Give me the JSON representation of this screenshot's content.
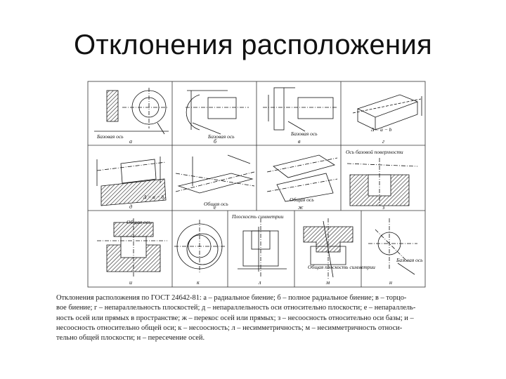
{
  "title": "Отклонения расположения",
  "figure": {
    "cells": [
      {
        "letter": "а",
        "labels": [
          "Базовая ось"
        ]
      },
      {
        "letter": "б",
        "labels": [
          "Базовая ось"
        ]
      },
      {
        "letter": "в",
        "labels": [
          "Базовая ось"
        ]
      },
      {
        "letter": "г",
        "labels": [
          "Δ = a − b"
        ]
      },
      {
        "letter": "д",
        "labels": [
          "Δ = a − b"
        ]
      },
      {
        "letter": "е",
        "labels": [
          "Общая ось"
        ]
      },
      {
        "letter": "ж",
        "labels": [
          "Общая ось"
        ]
      },
      {
        "letter": "з",
        "labels": [
          "Ось базовой поверхности"
        ]
      },
      {
        "letter": "и",
        "labels": [
          "Общая ось"
        ]
      },
      {
        "letter": "к",
        "labels": []
      },
      {
        "letter": "л",
        "labels": [
          "Плоскость симметрии"
        ]
      },
      {
        "letter": "м",
        "labels": [
          "Общая плоскость симметрии"
        ]
      },
      {
        "letter": "н",
        "labels": [
          "Базовая ось"
        ]
      }
    ]
  },
  "caption": {
    "lines": [
      "Отклонения расположения по ГОСТ 24642-81: а – радиальное биение; б – полное радиальное биение; в – торцо-",
      "вое биение; г – непараллельность плоскостей; д – непараллельность оси относительно плоскости; е – непараллель-",
      "ность осей или прямых в пространстве; ж – перекос осей или прямых; з – несоосность относительно оси базы; и –",
      "несоосность относительно общей оси; к – несоосность; л – несимметричность; м – несимметричность относи-",
      "тельно общей плоскости; н – пересечение осей."
    ]
  }
}
